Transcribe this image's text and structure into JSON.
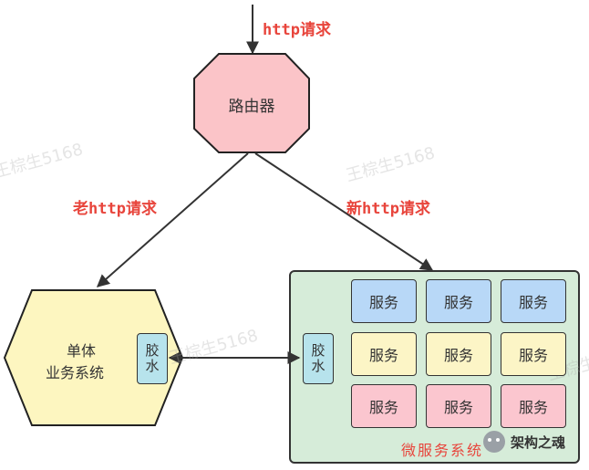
{
  "colors": {
    "edge": "#333333",
    "label": "#e8453c",
    "router_fill": "#fbc4c8",
    "router_stroke": "#222222",
    "mono_fill": "#fdf6c0",
    "micro_fill": "#d6ecd9",
    "glue_fill": "#b7e3ec",
    "blue": "#b8d8f7",
    "yellow": "#fcf5c6",
    "pink": "#fbc6cf"
  },
  "labels": {
    "incoming": "http请求",
    "old_request": "老http请求",
    "new_request": "新http请求"
  },
  "router": {
    "label": "路由器"
  },
  "monolith": {
    "line1": "单体",
    "line2": "业务系统",
    "glue": "胶水"
  },
  "micro": {
    "title": "微服务系统",
    "glue": "胶水",
    "services": [
      {
        "label": "服务",
        "color": "blue"
      },
      {
        "label": "服务",
        "color": "blue"
      },
      {
        "label": "服务",
        "color": "blue"
      },
      {
        "label": "服务",
        "color": "yellow"
      },
      {
        "label": "服务",
        "color": "yellow"
      },
      {
        "label": "服务",
        "color": "yellow"
      },
      {
        "label": "服务",
        "color": "pink"
      },
      {
        "label": "服务",
        "color": "pink"
      },
      {
        "label": "服务",
        "color": "pink"
      }
    ]
  },
  "watermarks": [
    "王棕生5168",
    "王棕生5168",
    "王棕生5168",
    "王棕生"
  ],
  "brand": {
    "text": "架构之魂"
  }
}
